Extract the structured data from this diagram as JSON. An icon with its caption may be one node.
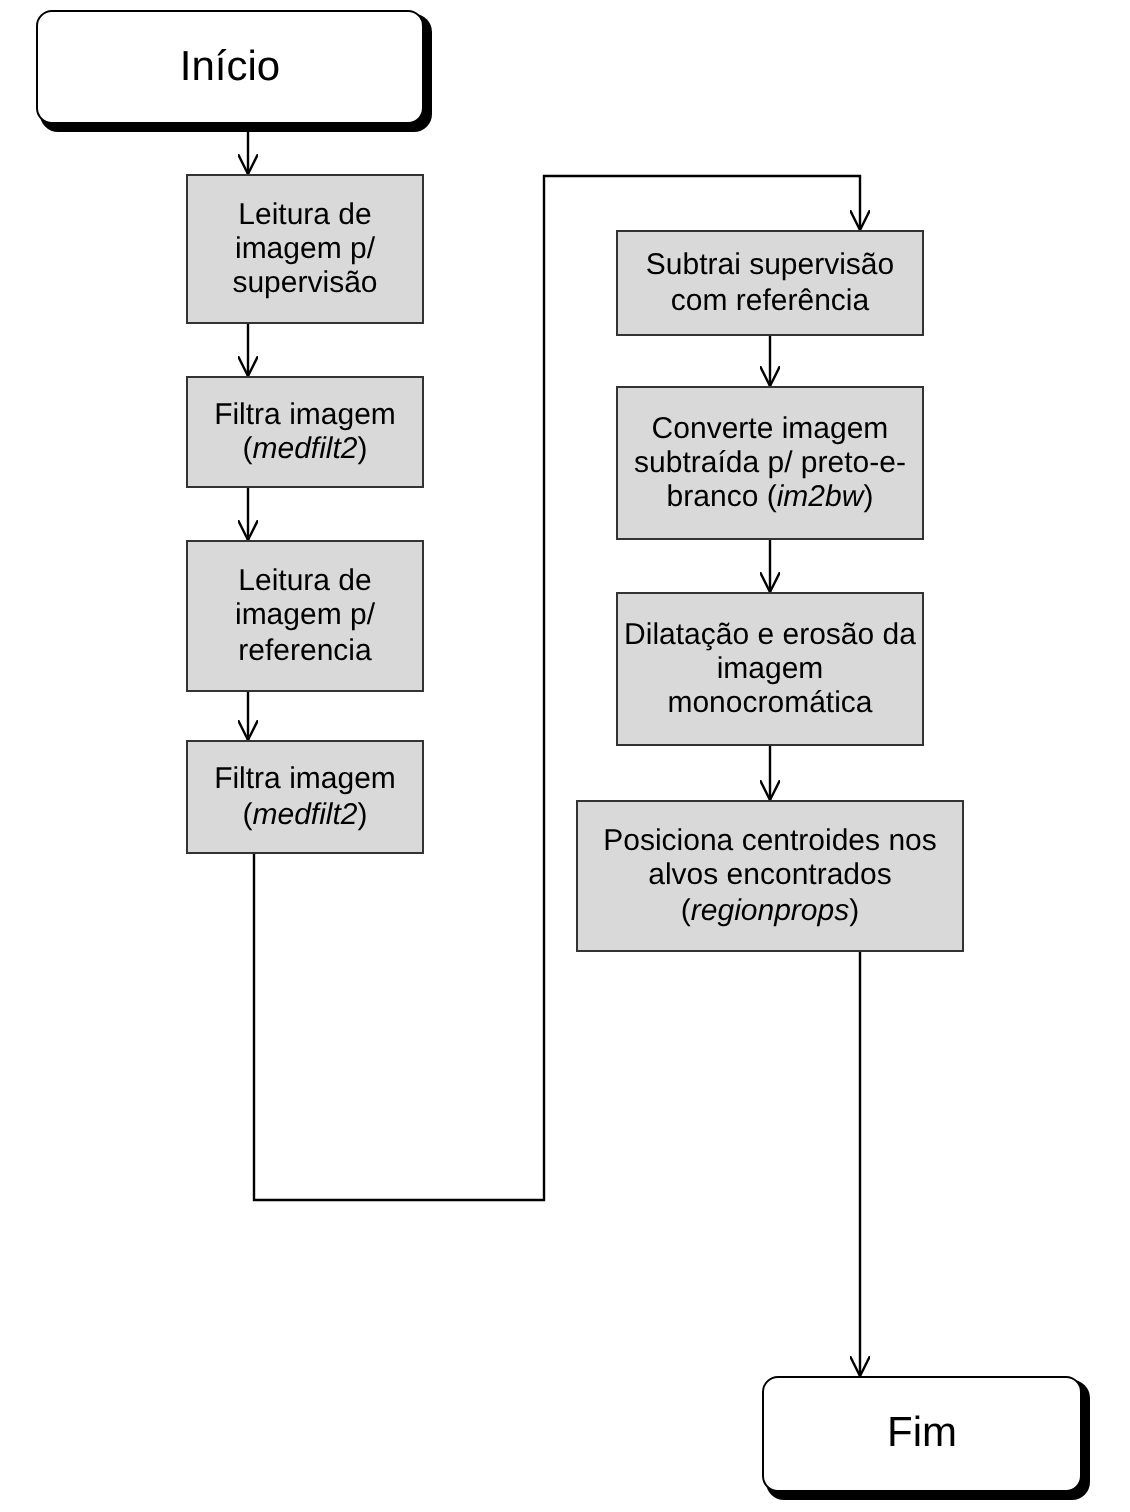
{
  "diagram": {
    "nodes": [
      {
        "text": [
          "Início"
        ]
      },
      {
        "text": [
          "Leitura de imagem p/ supervisão"
        ]
      },
      {
        "text": [
          "Filtra imagem (*medfilt2*)"
        ]
      },
      {
        "text": [
          "Leitura de imagem p/ referencia"
        ]
      },
      {
        "text": [
          "Filtra imagem (*medfilt2*)"
        ]
      },
      {
        "text": [
          "Subtrai supervisão com referência"
        ]
      },
      {
        "text": [
          "Converte imagem subtraída p/ preto-e-branco (*im2bw*)"
        ]
      },
      {
        "text": [
          "Dilatação e erosão da imagem monocromática"
        ]
      },
      {
        "text": [
          "Posiciona centroides nos alvos encontrados (*regionprops*)"
        ]
      },
      {
        "text": [
          "Fim"
        ]
      }
    ],
    "edges": [
      {
        "from": 0,
        "to": 1,
        "arrow": "to"
      },
      {
        "from": 1,
        "to": 2,
        "arrow": "to"
      },
      {
        "from": 2,
        "to": 3,
        "arrow": "to"
      },
      {
        "from": 3,
        "to": 4,
        "arrow": "to"
      },
      {
        "from": 4,
        "to": 5,
        "arrow": "to"
      },
      {
        "from": 5,
        "to": 6,
        "arrow": "to"
      },
      {
        "from": 6,
        "to": 7,
        "arrow": "to"
      },
      {
        "from": 7,
        "to": 8,
        "arrow": "to"
      },
      {
        "from": 8,
        "to": 9,
        "arrow": "to"
      }
    ]
  }
}
